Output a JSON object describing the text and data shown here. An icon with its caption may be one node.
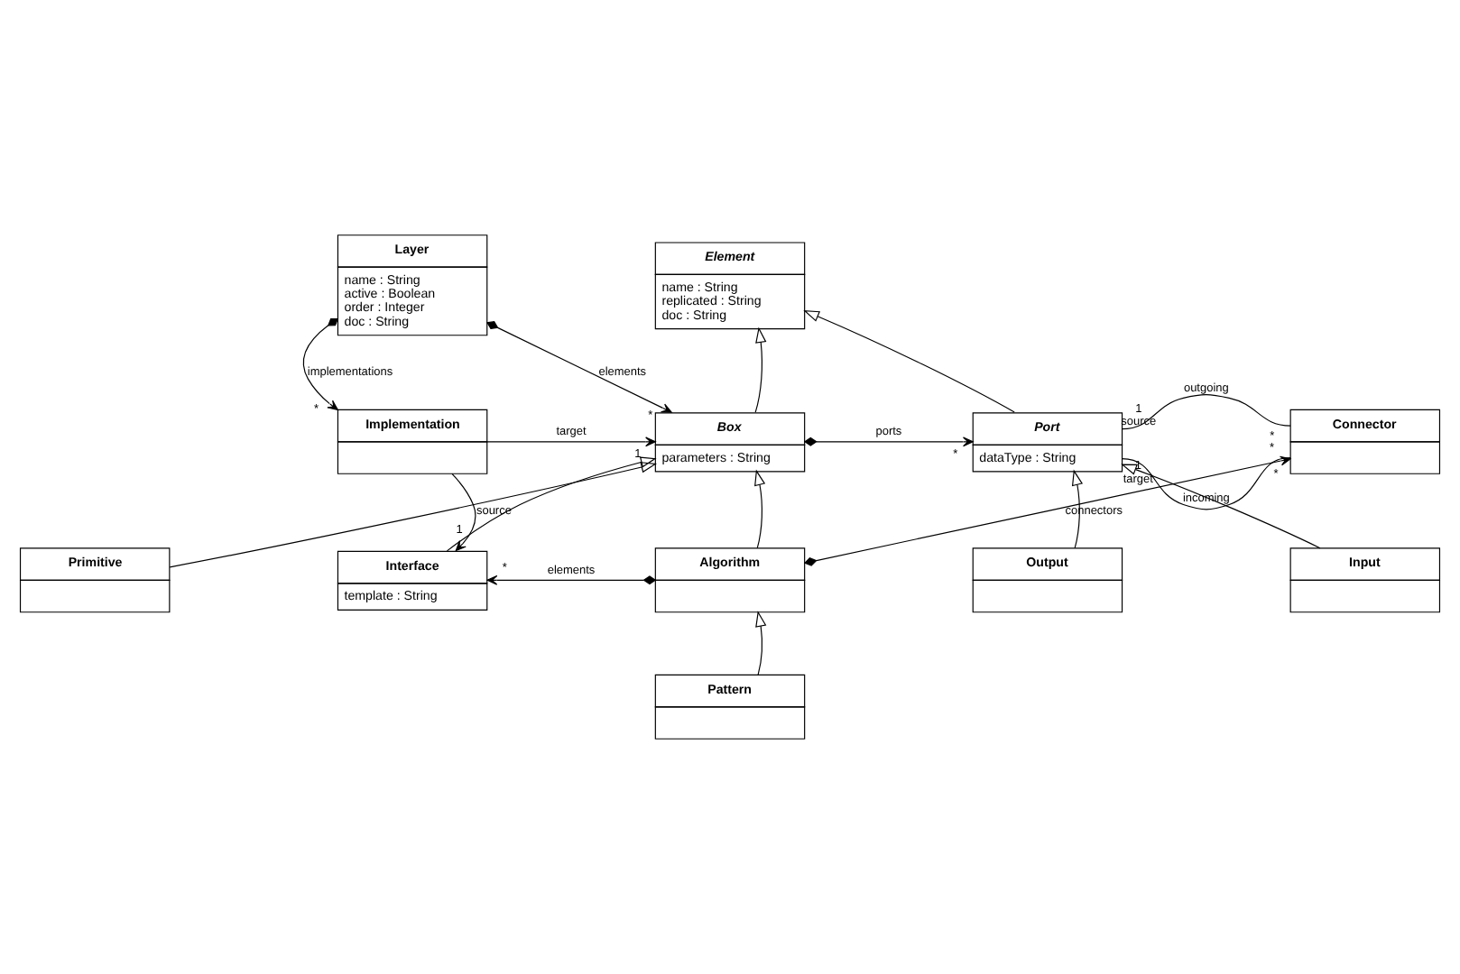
{
  "diagram": {
    "nodes": [
      {
        "text": [
          "Layer",
          "name : String",
          "active : Boolean",
          "order : Integer",
          "doc : String"
        ]
      },
      {
        "text": [
          "Element",
          "name : String",
          "replicated : String",
          "doc : String"
        ]
      },
      {
        "text": [
          "Implementation"
        ]
      },
      {
        "text": [
          "Box",
          "parameters : String"
        ]
      },
      {
        "text": [
          "Port",
          "dataType : String"
        ]
      },
      {
        "text": [
          "Connector"
        ]
      },
      {
        "text": [
          "Interface",
          "template : String"
        ]
      },
      {
        "text": [
          "Primitive"
        ]
      },
      {
        "text": [
          "Algorithm"
        ]
      },
      {
        "text": [
          "Output"
        ]
      },
      {
        "text": [
          "Input"
        ]
      },
      {
        "text": [
          "Pattern"
        ]
      }
    ],
    "edges": [
      {
        "from": 0,
        "to": 2,
        "arrow": "to",
        "label": "implementations"
      },
      {
        "from": 0,
        "to": 3,
        "arrow": "to",
        "label": "elements"
      },
      {
        "from": 2,
        "to": 3,
        "arrow": "to",
        "label": "target"
      },
      {
        "from": 3,
        "to": 4,
        "arrow": "to",
        "label": "ports"
      },
      {
        "from": 4,
        "to": 5,
        "arrow": "none",
        "label": "outgoing"
      },
      {
        "from": 4,
        "to": 5,
        "arrow": "none",
        "label": "incoming"
      },
      {
        "from": 2,
        "to": 6,
        "arrow": "to",
        "label": "source"
      },
      {
        "from": 8,
        "to": 5,
        "arrow": "to",
        "label": "connectors"
      },
      {
        "from": 8,
        "to": 6,
        "arrow": "to",
        "label": "elements"
      },
      {
        "from": 3,
        "to": 1,
        "arrow": "to"
      },
      {
        "from": 4,
        "to": 1,
        "arrow": "to"
      },
      {
        "from": 6,
        "to": 3,
        "arrow": "to"
      },
      {
        "from": 7,
        "to": 3,
        "arrow": "to"
      },
      {
        "from": 8,
        "to": 3,
        "arrow": "to"
      },
      {
        "from": 9,
        "to": 4,
        "arrow": "to"
      },
      {
        "from": 10,
        "to": 4,
        "arrow": "to"
      },
      {
        "from": 11,
        "to": 8,
        "arrow": "to"
      }
    ],
    "labels": [
      "*",
      "*",
      "1",
      "*",
      "1",
      "source",
      "*",
      "1",
      "target",
      "*",
      "1",
      "*",
      "*"
    ]
  }
}
